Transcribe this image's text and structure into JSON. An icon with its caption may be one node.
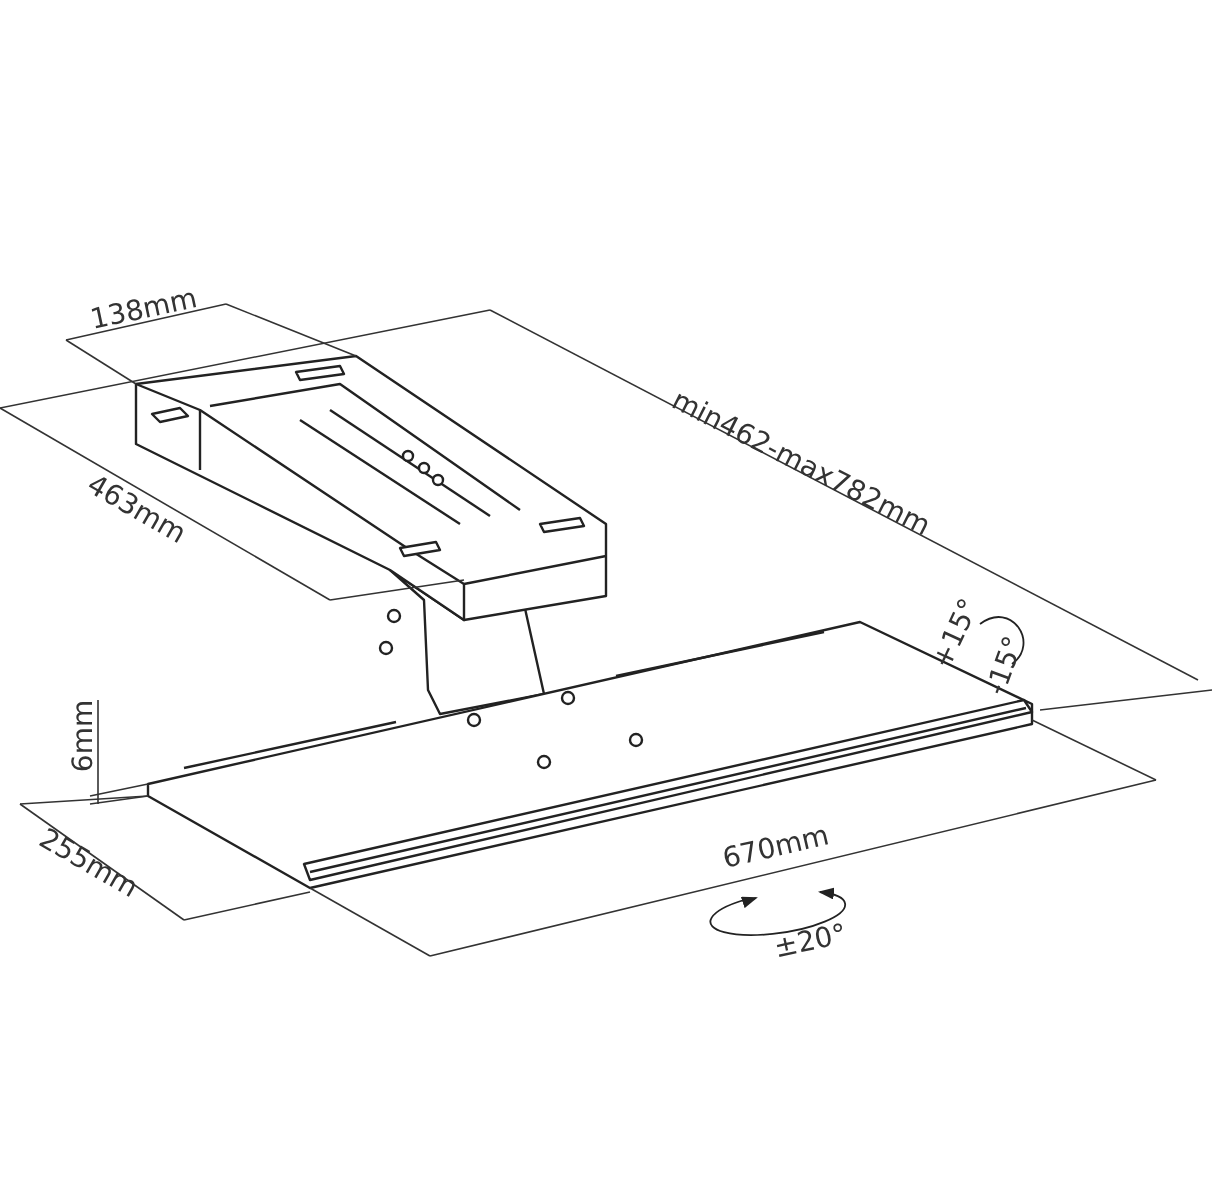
{
  "diagram": {
    "labels": [
      "138mm",
      "463mm",
      "min462-max782mm",
      "+15°",
      "-15°",
      "6mm",
      "255mm",
      "670mm",
      "±20°"
    ]
  }
}
